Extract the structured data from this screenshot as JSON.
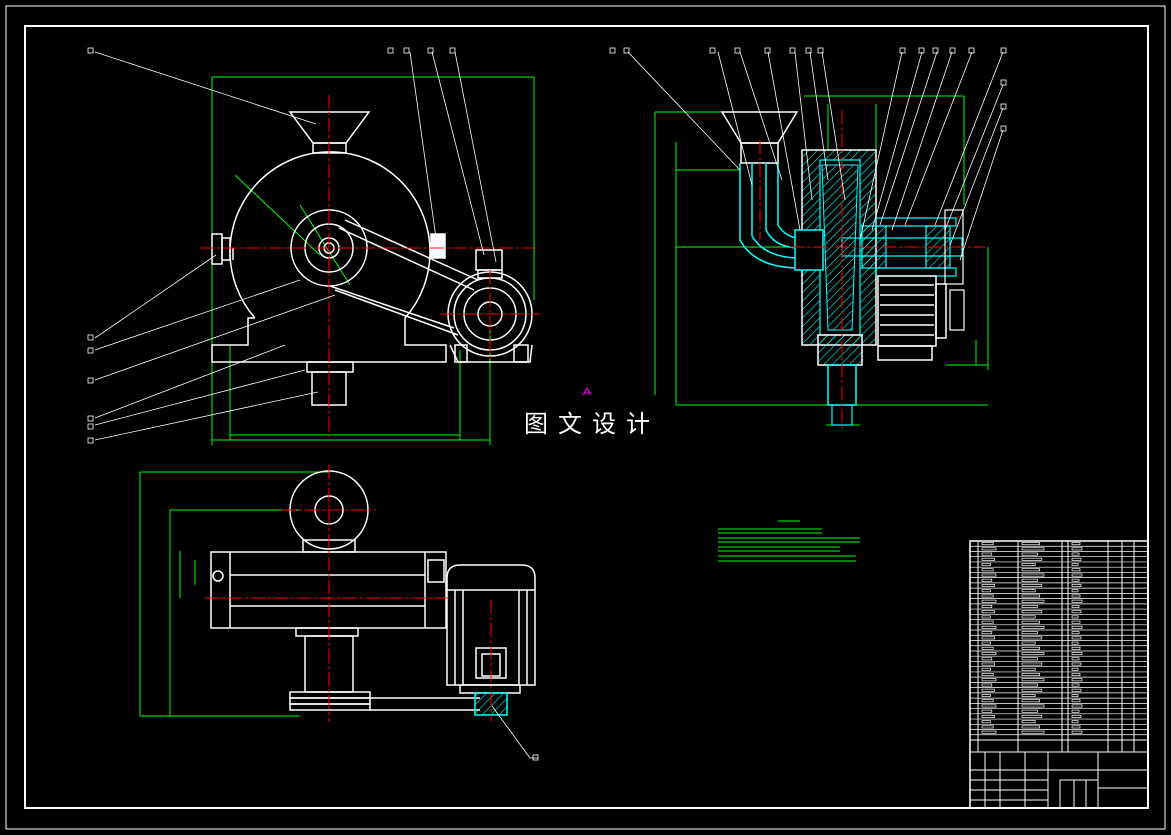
{
  "watermark": "图文设计",
  "colors": {
    "background": "#000000",
    "outline": "#ffffff",
    "centerline": "#ff0000",
    "dimension": "#00ff00",
    "section_hatch": "#00ffff",
    "leader": "#ffffff",
    "marker": "#ff00ff",
    "notes": "#00ff00"
  },
  "views": [
    {
      "name": "front-view"
    },
    {
      "name": "section-view"
    },
    {
      "name": "top-view"
    }
  ],
  "title_block": {
    "parts_list_rows": 38,
    "columns": 7
  }
}
